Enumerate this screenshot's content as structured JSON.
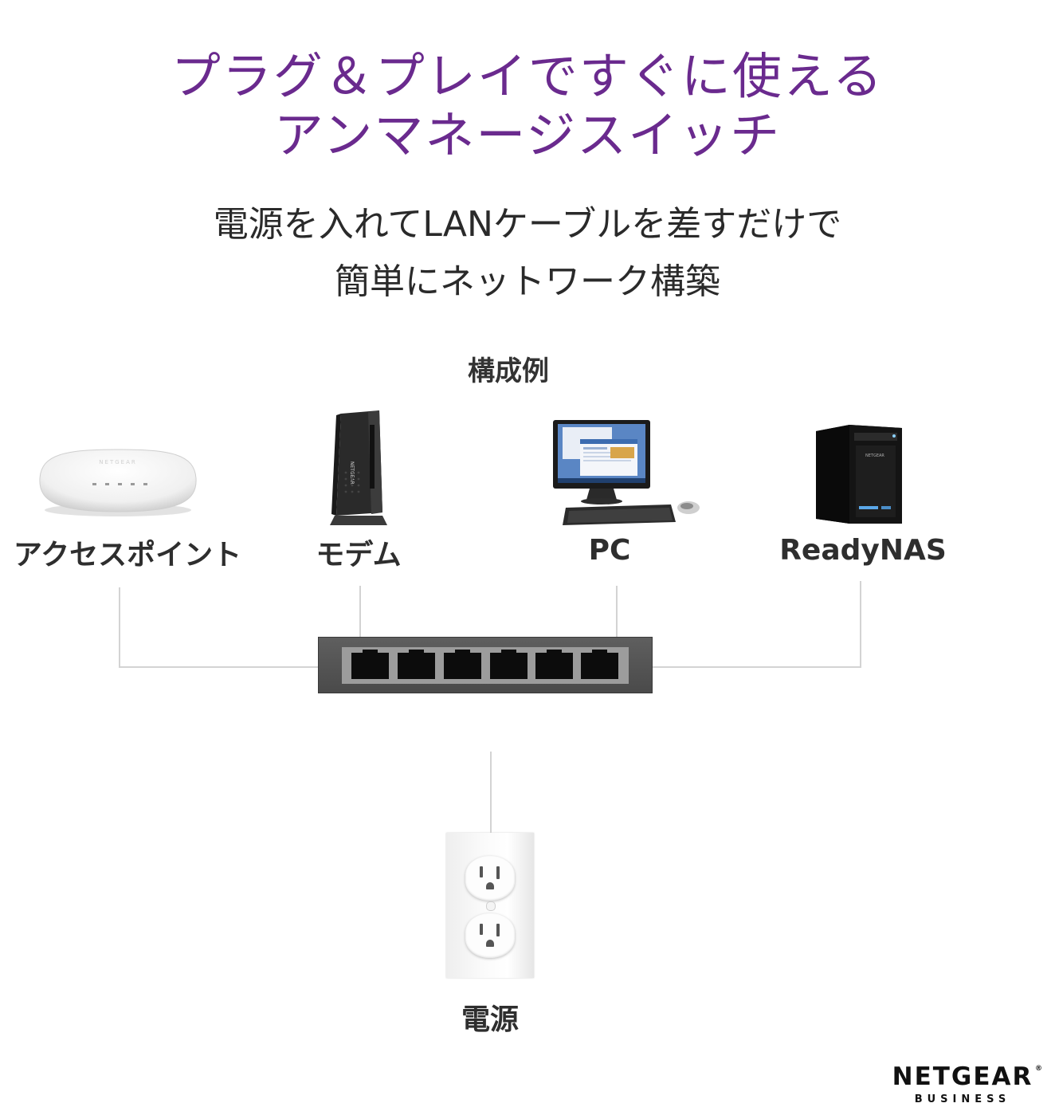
{
  "title": {
    "line1": "プラグ＆プレイですぐに使える",
    "line2": "アンマネージスイッチ"
  },
  "subtitle": {
    "line1": "電源を入れてLANケーブルを差すだけで",
    "line2": "簡単にネットワーク構築"
  },
  "diagram": {
    "section_label": "構成例",
    "devices": [
      {
        "label": "アクセスポイント",
        "icon": "access-point-icon"
      },
      {
        "label": "モデム",
        "icon": "modem-icon"
      },
      {
        "label": "PC",
        "icon": "desktop-pc-icon"
      },
      {
        "label": "ReadyNAS",
        "icon": "nas-icon"
      }
    ],
    "hub": {
      "icon": "ethernet-switch-icon",
      "ports": 6
    },
    "power": {
      "label": "電源",
      "icon": "power-outlet-icon"
    },
    "modem_logo": "NETGEAR"
  },
  "logo": {
    "name": "NETGEAR",
    "registered": "®",
    "sub": "BUSINESS"
  },
  "colors": {
    "title": "#6a2a8e",
    "text": "#2a2a2a",
    "line": "#d3d3d3"
  }
}
